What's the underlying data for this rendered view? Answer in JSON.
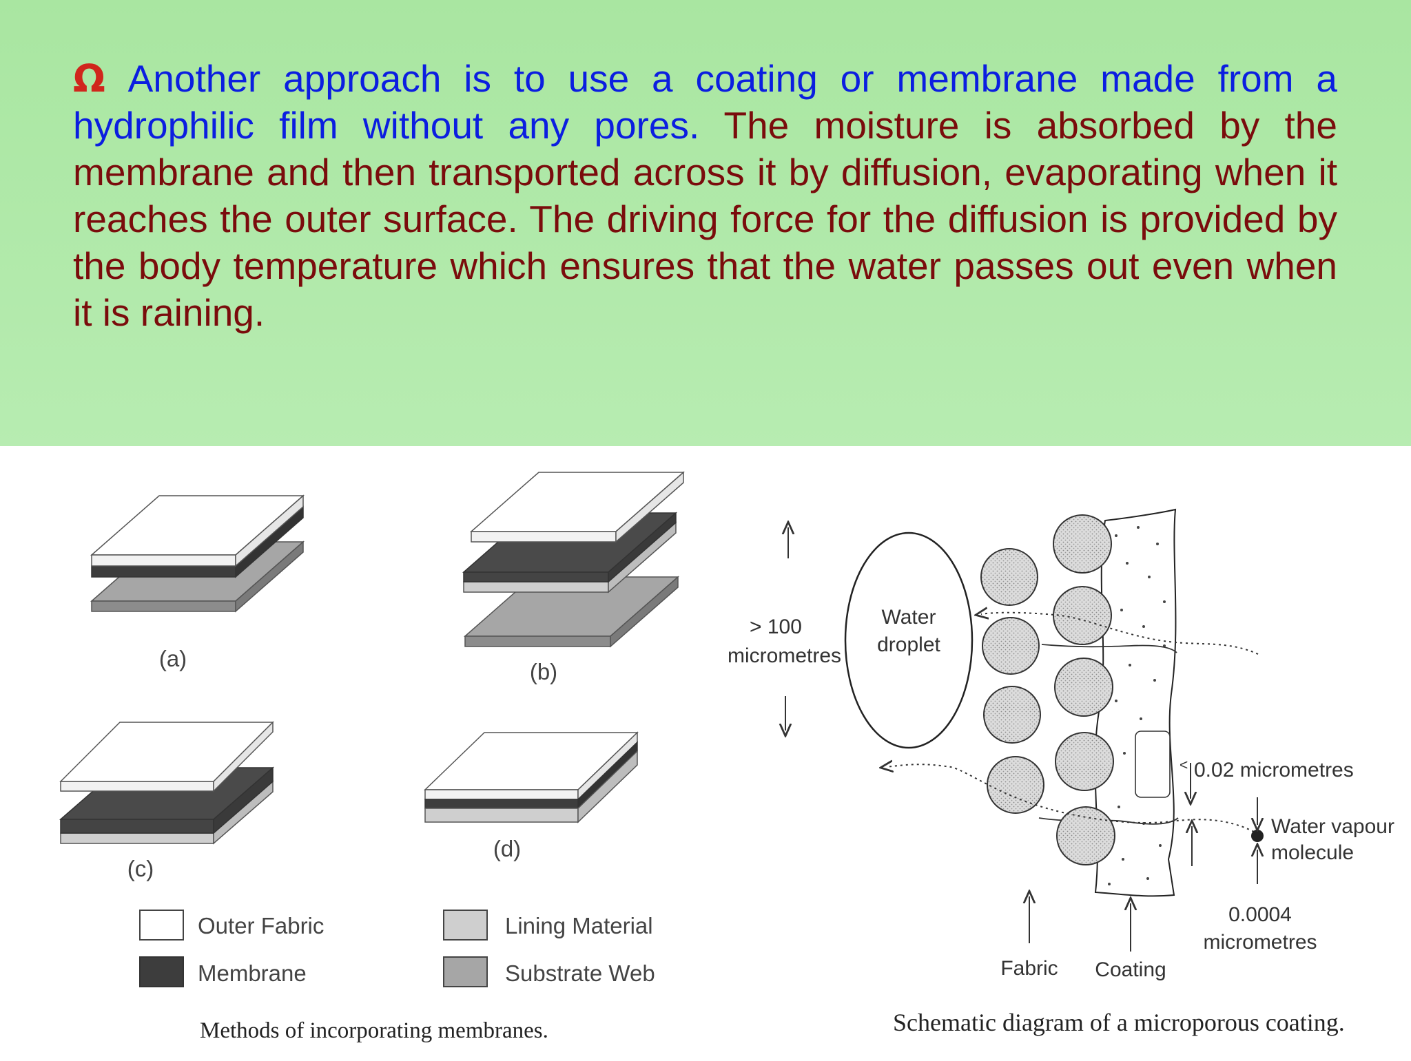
{
  "slide": {
    "bullet_glyph": "Ω",
    "text_blue_1": "Another approach is to use a coating or membrane made from a hydrophilic film without any pores",
    "text_blue_2": ".",
    "text_main": " The moisture is absorbed by the membrane and then transported across it by diffusion, evaporating when it reaches the outer surface. The driving force for the diffusion is provided by the body temperature which ensures that the water passes out even when it is raining.",
    "colors": {
      "banner": "#aee8a6",
      "blue_text": "#0b1ee0",
      "body_text": "#7a0c0c",
      "bullet": "#d0261c"
    }
  },
  "left_figure": {
    "labels": {
      "a": "(a)",
      "b": "(b)",
      "c": "(c)",
      "d": "(d)"
    },
    "legend": {
      "outer_fabric": "Outer Fabric",
      "membrane": "Membrane",
      "lining": "Lining Material",
      "substrate": "Substrate Web"
    },
    "caption": "Methods of incorporating membranes.",
    "colors": {
      "outer": "#ffffff",
      "membrane": "#3d3d3d",
      "lining": "#cfcfcf",
      "substrate": "#a6a6a6"
    }
  },
  "right_figure": {
    "size_label_1": "> 100",
    "size_label_2": "micrometres",
    "droplet_1": "Water",
    "droplet_2": "droplet",
    "pore_label": "0.02 micrometres",
    "vapour_1": "Water vapour",
    "vapour_2": "molecule",
    "molecule_1": "0.0004",
    "molecule_2": "micrometres",
    "fabric": "Fabric",
    "coating": "Coating",
    "caption": "Schematic diagram of a microporous coating."
  }
}
